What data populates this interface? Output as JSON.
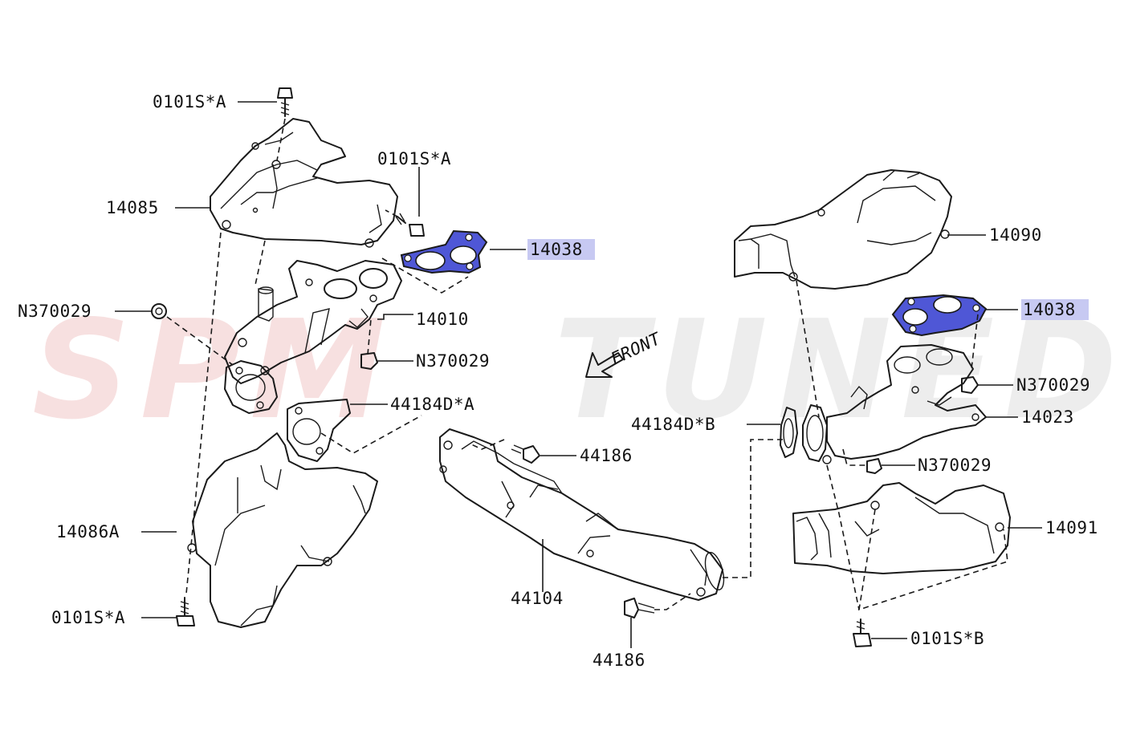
{
  "watermark": {
    "left": "SPM",
    "right": "TUNED"
  },
  "front_label": "FRONT",
  "colors": {
    "highlight_fill": "#c7c9f2",
    "gasket_fill": "#4f57d6",
    "line": "#1a1a1a"
  },
  "labels": {
    "bolt_0101S_A_top": "0101S*A",
    "bolt_0101S_A_mid": "0101S*A",
    "cover_14085": "14085",
    "gasket_14038_left": "14038",
    "nut_N370029_left": "N370029",
    "manifold_14010": "14010",
    "nut_N370029_center": "N370029",
    "gasket_44184D_A": "44184D*A",
    "bolt_44186_upper": "44186",
    "cover_14086A": "14086A",
    "bolt_0101S_A_bottom": "0101S*A",
    "pipe_44104": "44104",
    "bolt_44186_lower": "44186",
    "cover_14090": "14090",
    "gasket_14038_right": "14038",
    "nut_N370029_right": "N370029",
    "gasket_44184D_B": "44184D*B",
    "manifold_14023": "14023",
    "nut_N370029_lower": "N370029",
    "cover_14091": "14091",
    "bolt_0101S_B": "0101S*B"
  }
}
